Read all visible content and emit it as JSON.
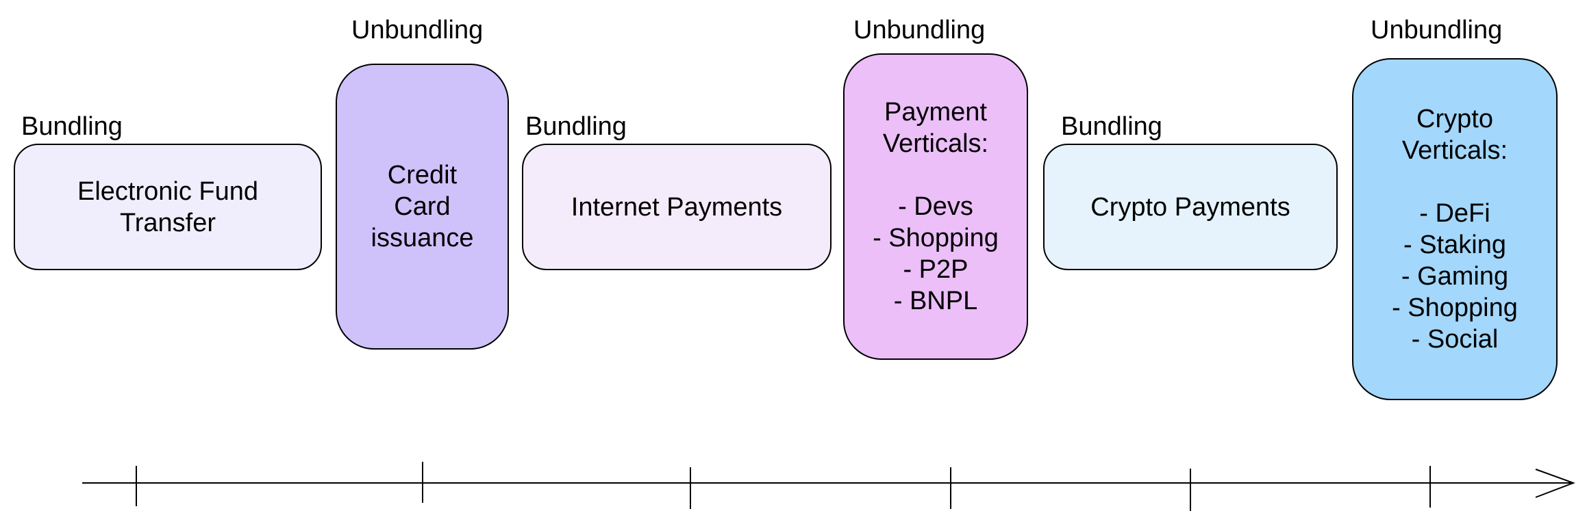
{
  "labels": {
    "bundling_1": "Bundling",
    "unbundling_1": "Unbundling",
    "bundling_2": "Bundling",
    "unbundling_2": "Unbundling",
    "bundling_3": "Bundling",
    "unbundling_3": "Unbundling"
  },
  "boxes": {
    "eft": {
      "text": "Electronic Fund\nTransfer",
      "fill": "#f0eefd"
    },
    "credit_card": {
      "text": "Credit\nCard\nissuance",
      "fill": "#cfc2fb"
    },
    "internet_payments": {
      "text": "Internet Payments",
      "fill": "#f5ecfb"
    },
    "payment_verticals": {
      "text": "Payment\nVerticals:\n\n- Devs\n- Shopping\n- P2P\n- BNPL",
      "fill": "#ecbff8"
    },
    "crypto_payments": {
      "text": "Crypto Payments",
      "fill": "#e6f3fd"
    },
    "crypto_verticals": {
      "text": "Crypto\nVerticals:\n\n- DeFi\n- Staking\n- Gaming\n- Shopping\n- Social",
      "fill": "#a3d7fb"
    }
  },
  "timeline": {
    "line_color": "#000000",
    "tick_count": 6,
    "arrow": "right"
  }
}
